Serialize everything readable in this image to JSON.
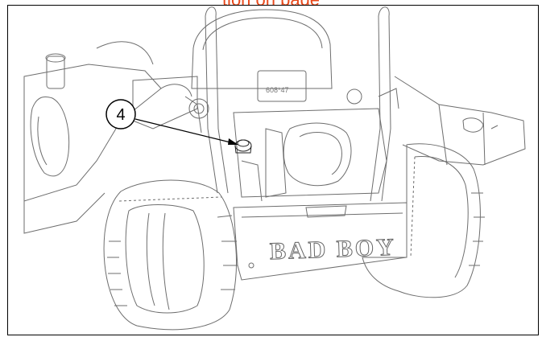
{
  "header": {
    "cropped_text": "tion on page"
  },
  "callout": {
    "number": "4"
  },
  "machine": {
    "brand": "BAD BOY",
    "plate_text": "608*47"
  },
  "colors": {
    "header": "#e8481a",
    "line": "#3a3a3a",
    "light_line": "#9a9a9a"
  }
}
